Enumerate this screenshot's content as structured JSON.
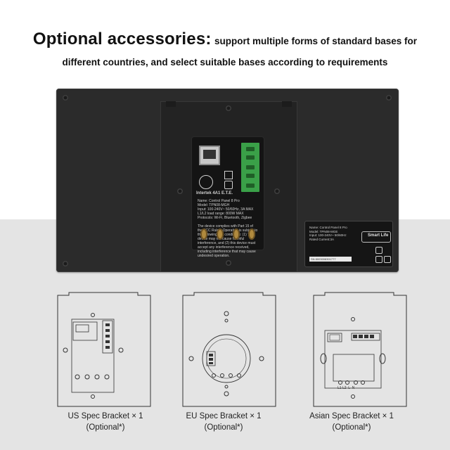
{
  "header": {
    "title": "Optional accessories:",
    "subtitle_inline": "support multiple forms of standard bases for",
    "subtitle_line2": "different countries, and select suitable bases according to requirements"
  },
  "device": {
    "module_brand": "Intertek  4A1 E.T.E.",
    "module_spec_text": "Name: Control Panel 8 Pro\nModel: TPN08-MGH\nInput: 100-240V~ 50/60Hz, 3A MAX\nL1/L2 load range: 800W MAX\nProtocols: Wi-Fi, Bluetooth, Zigbee\n\nThe device complies with Part 15 of the FCC Rules. Operation is subject to the following two conditions: (1) This device may not cause harmful interference, and (2) this device must accept any interference received, including interference that may cause undesired operation.",
    "label_text": "Name: Control Panel 8 Pro\nModel: TPN08-MGE\nInput: 100-240V~ 50/60Hz\nRated Current:3A",
    "label_brand": "Smart Life",
    "label_serial": "SN 8003008301777"
  },
  "brackets": [
    {
      "name": "US Spec Bracket × 1",
      "note": "(Optional*)"
    },
    {
      "name": "EU Spec Bracket × 1",
      "note": "(Optional*)"
    },
    {
      "name": "Asian Spec Bracket × 1",
      "note": "(Optional*)"
    }
  ],
  "asian_terminal_labels": "L1 L2  L  N",
  "colors": {
    "device_body": "#2b2b2b",
    "terminal_green": "#3aa048",
    "lower_background": "#e4e4e4"
  }
}
